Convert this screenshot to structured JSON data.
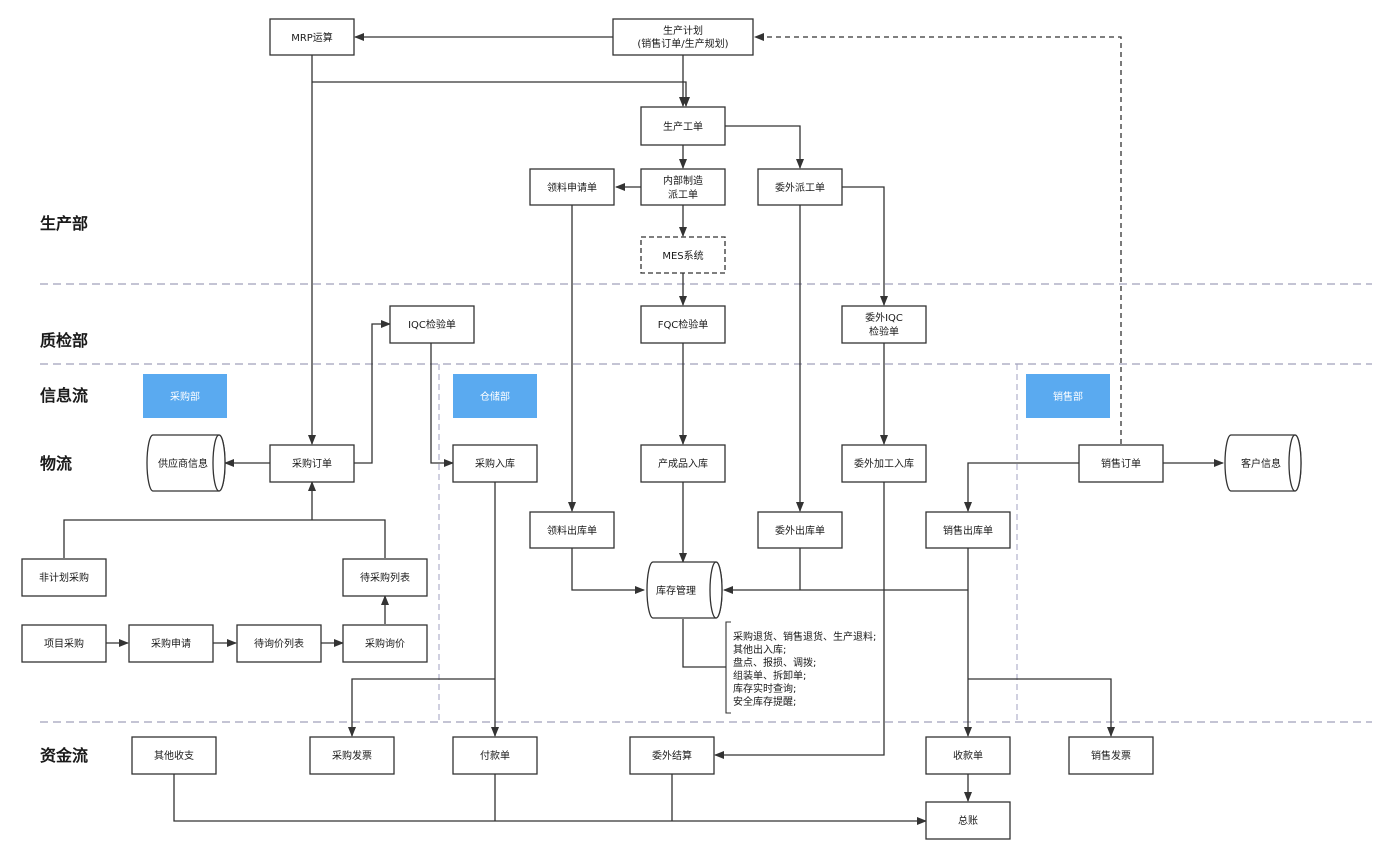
{
  "colors": {
    "department": "#5aaaf0",
    "stroke": "#333333",
    "divider": "#8888aa"
  },
  "sections": {
    "production": "生产部",
    "quality": "质检部",
    "info_flow": "信息流",
    "logistics": "物流",
    "funds_flow": "资金流"
  },
  "departments": {
    "purchasing": "采购部",
    "warehouse": "仓储部",
    "sales": "销售部"
  },
  "nodes": {
    "mrp": "MRP运算",
    "plan_line1": "生产计划",
    "plan_line2": "(销售订单/生产规划)",
    "work_order": "生产工单",
    "material_request": "领料申请单",
    "internal_line1": "内部制造",
    "internal_line2": "派工单",
    "outsource_dispatch": "委外派工单",
    "mes": "MES系统",
    "iqc": "IQC检验单",
    "fqc": "FQC检验单",
    "out_iqc_line1": "委外IQC",
    "out_iqc_line2": "检验单",
    "supplier": "供应商信息",
    "purchase_order": "采购订单",
    "purchase_in": "采购入库",
    "product_in": "产成品入库",
    "outsource_in": "委外加工入库",
    "sales_order": "销售订单",
    "customer": "客户信息",
    "material_out": "领料出库单",
    "outsource_out": "委外出库单",
    "sales_out": "销售出库单",
    "unplanned": "非计划采购",
    "pending_purchase": "待采购列表",
    "inventory": "库存管理",
    "project_purchase": "项目采购",
    "purchase_request": "采购申请",
    "pending_inquiry": "待询价列表",
    "purchase_inquiry": "采购询价",
    "other_income": "其他收支",
    "purchase_invoice": "采购发票",
    "payment": "付款单",
    "outsource_settle": "委外结算",
    "receipt": "收款单",
    "sales_invoice": "销售发票",
    "ledger": "总账"
  },
  "inventory_notes": [
    "采购退货、销售退货、生产退料;",
    "其他出入库;",
    "盘点、报损、调拨;",
    "组装单、拆卸单;",
    "库存实时查询;",
    "安全库存提醒;"
  ]
}
